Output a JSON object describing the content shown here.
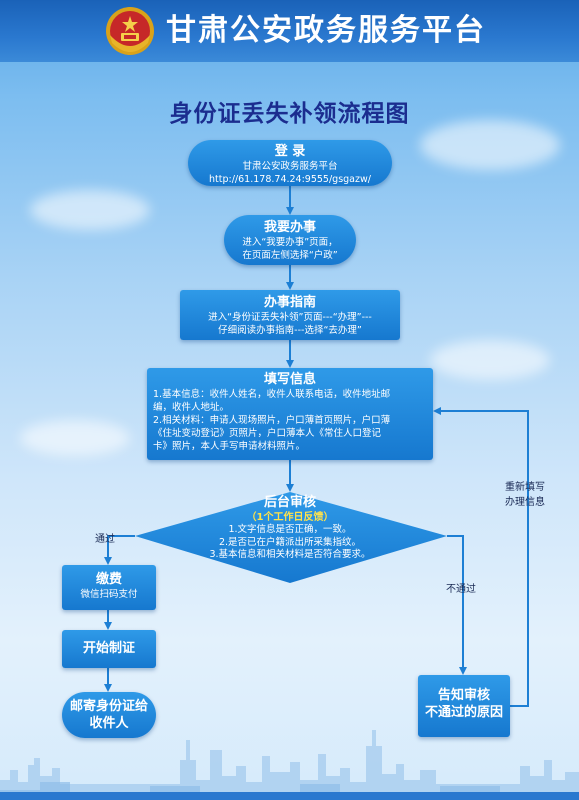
{
  "header": {
    "title": "甘肃公安政务服务平台",
    "emblem_icon": "police-emblem"
  },
  "document": {
    "title": "身份证丢失补领流程图"
  },
  "steps": {
    "login": {
      "title": "登  录",
      "lines": [
        "甘肃公安政务服务平台",
        "http://61.178.74.24:9555/gsgazw/"
      ]
    },
    "woyaobanshi": {
      "title": "我要办事",
      "lines": [
        "进入“我要办事”页面，",
        "在页面左侧选择“户政”"
      ]
    },
    "banshizhinan": {
      "title": "办事指南",
      "lines": [
        "进入“身份证丢失补领”页面---“办理”---",
        "仔细阅读办事指南---选择“去办理”"
      ]
    },
    "tianxiexinxi": {
      "title": "填写信息",
      "lines": [
        "1.基本信息：收件人姓名，收件人联系电话，收件地址邮",
        "编，收件人地址。",
        "2.相关材料：申请人现场照片，户口薄首页照片，户口薄",
        "《住址变动登记》页照片，户口薄本人《常住人口登记",
        "卡》照片，本人手写申请材料照片。"
      ]
    },
    "houtaishenhe": {
      "title": "后台审核",
      "note": "（1个工作日反馈）",
      "lines": [
        "1.文字信息是否正确，一致。",
        "2.是否已在户籍派出所采集指纹。",
        "3.基本信息和相关材料是否符合要求。"
      ]
    },
    "jiaofei": {
      "title": "缴费",
      "lines": [
        "微信扫码支付"
      ]
    },
    "kaishizhizheng": {
      "title": "开始制证"
    },
    "youji": {
      "title_lines": [
        "邮寄身份证给",
        "收件人"
      ]
    },
    "gaozhi": {
      "title_lines": [
        "告知审核",
        "不通过的原因"
      ]
    }
  },
  "labels": {
    "pass": "通过",
    "fail": "不通过",
    "refill": [
      "重新填写",
      "办理信息"
    ]
  },
  "colors": {
    "header_bg": "#1f6cc2",
    "box_blue": "#1e86d9",
    "title_navy": "#1b2d8f",
    "note_yellow": "#ffe34a",
    "arrow_blue": "#1d7fd4"
  }
}
